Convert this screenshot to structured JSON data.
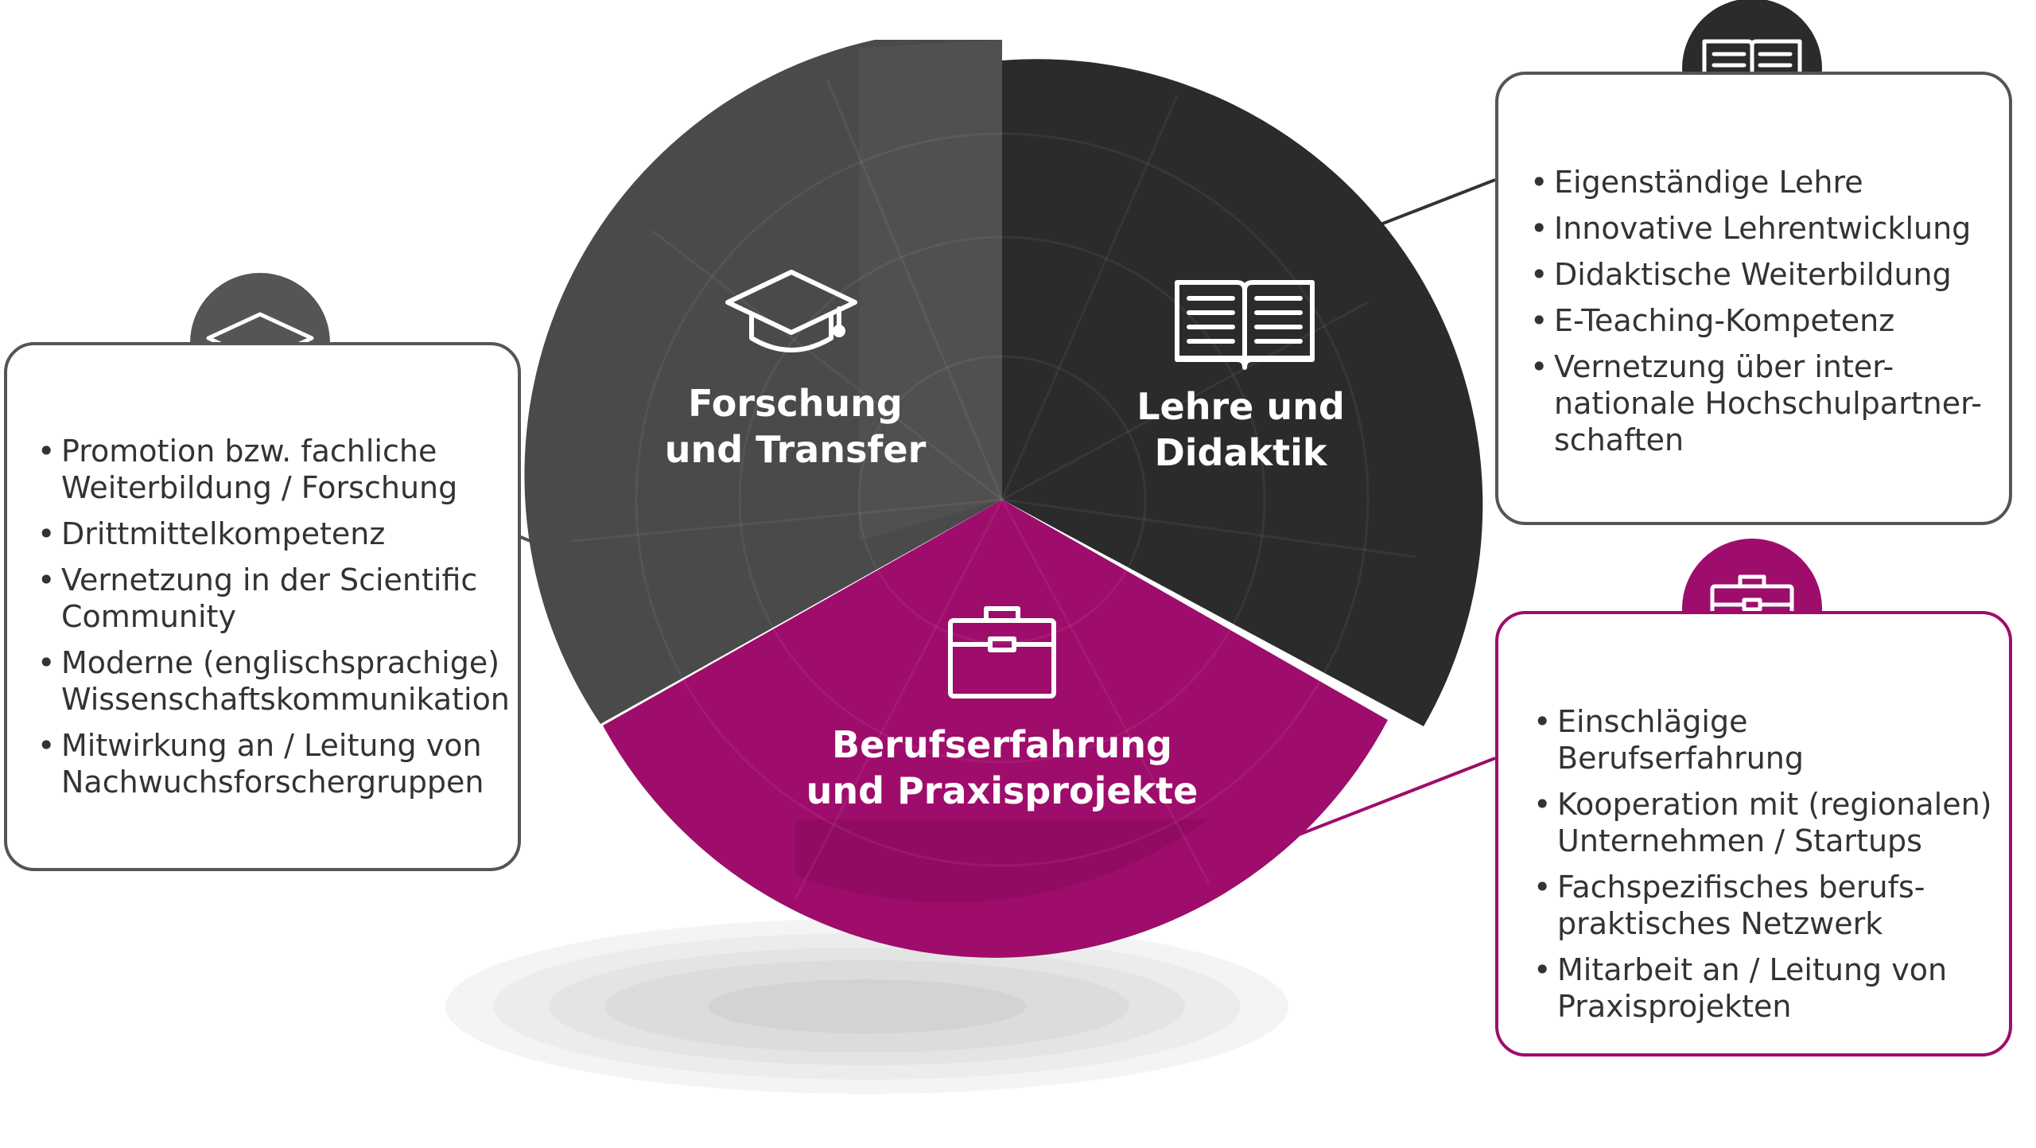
{
  "segments": {
    "forschung": {
      "title": "Forschung\nund Transfer",
      "icon": "graduation-cap-icon",
      "color": "#4a4a4a"
    },
    "lehre": {
      "title": "Lehre und\nDidaktik",
      "icon": "open-book-icon",
      "color": "#2b2b2b"
    },
    "beruf": {
      "title": "Berufserfahrung\nund Praxisprojekte",
      "icon": "briefcase-icon",
      "color": "#9e0d6b"
    }
  },
  "cards": {
    "forschung": {
      "border_color": "#555555",
      "items": [
        "Promotion bzw. fachliche\nWeiterbildung / Forschung",
        "Drittmittelkompetenz",
        "Vernetzung in der Scientific\nCommunity",
        "Moderne (englischsprachige)\nWissenschaftskommunikation",
        "Mitwirkung an / Leitung von\nNachwuchsforschergruppen"
      ]
    },
    "lehre": {
      "border_color": "#555555",
      "items": [
        "Eigenständige Lehre",
        "Innovative Lehrentwicklung",
        "Didaktische Weiterbildung",
        "E-Teaching-Kompetenz",
        "Vernetzung über inter-\nnationale Hochschulpartner-\nschaften"
      ]
    },
    "beruf": {
      "border_color": "#9e0d6b",
      "items": [
        "Einschlägige Berufserfahrung",
        "Kooperation mit (regionalen)\nUnternehmen / Startups",
        "Fachspezifisches berufs-\npraktisches Netzwerk",
        "Mitarbeit  an / Leitung von\nPraxisprojekten"
      ]
    }
  }
}
